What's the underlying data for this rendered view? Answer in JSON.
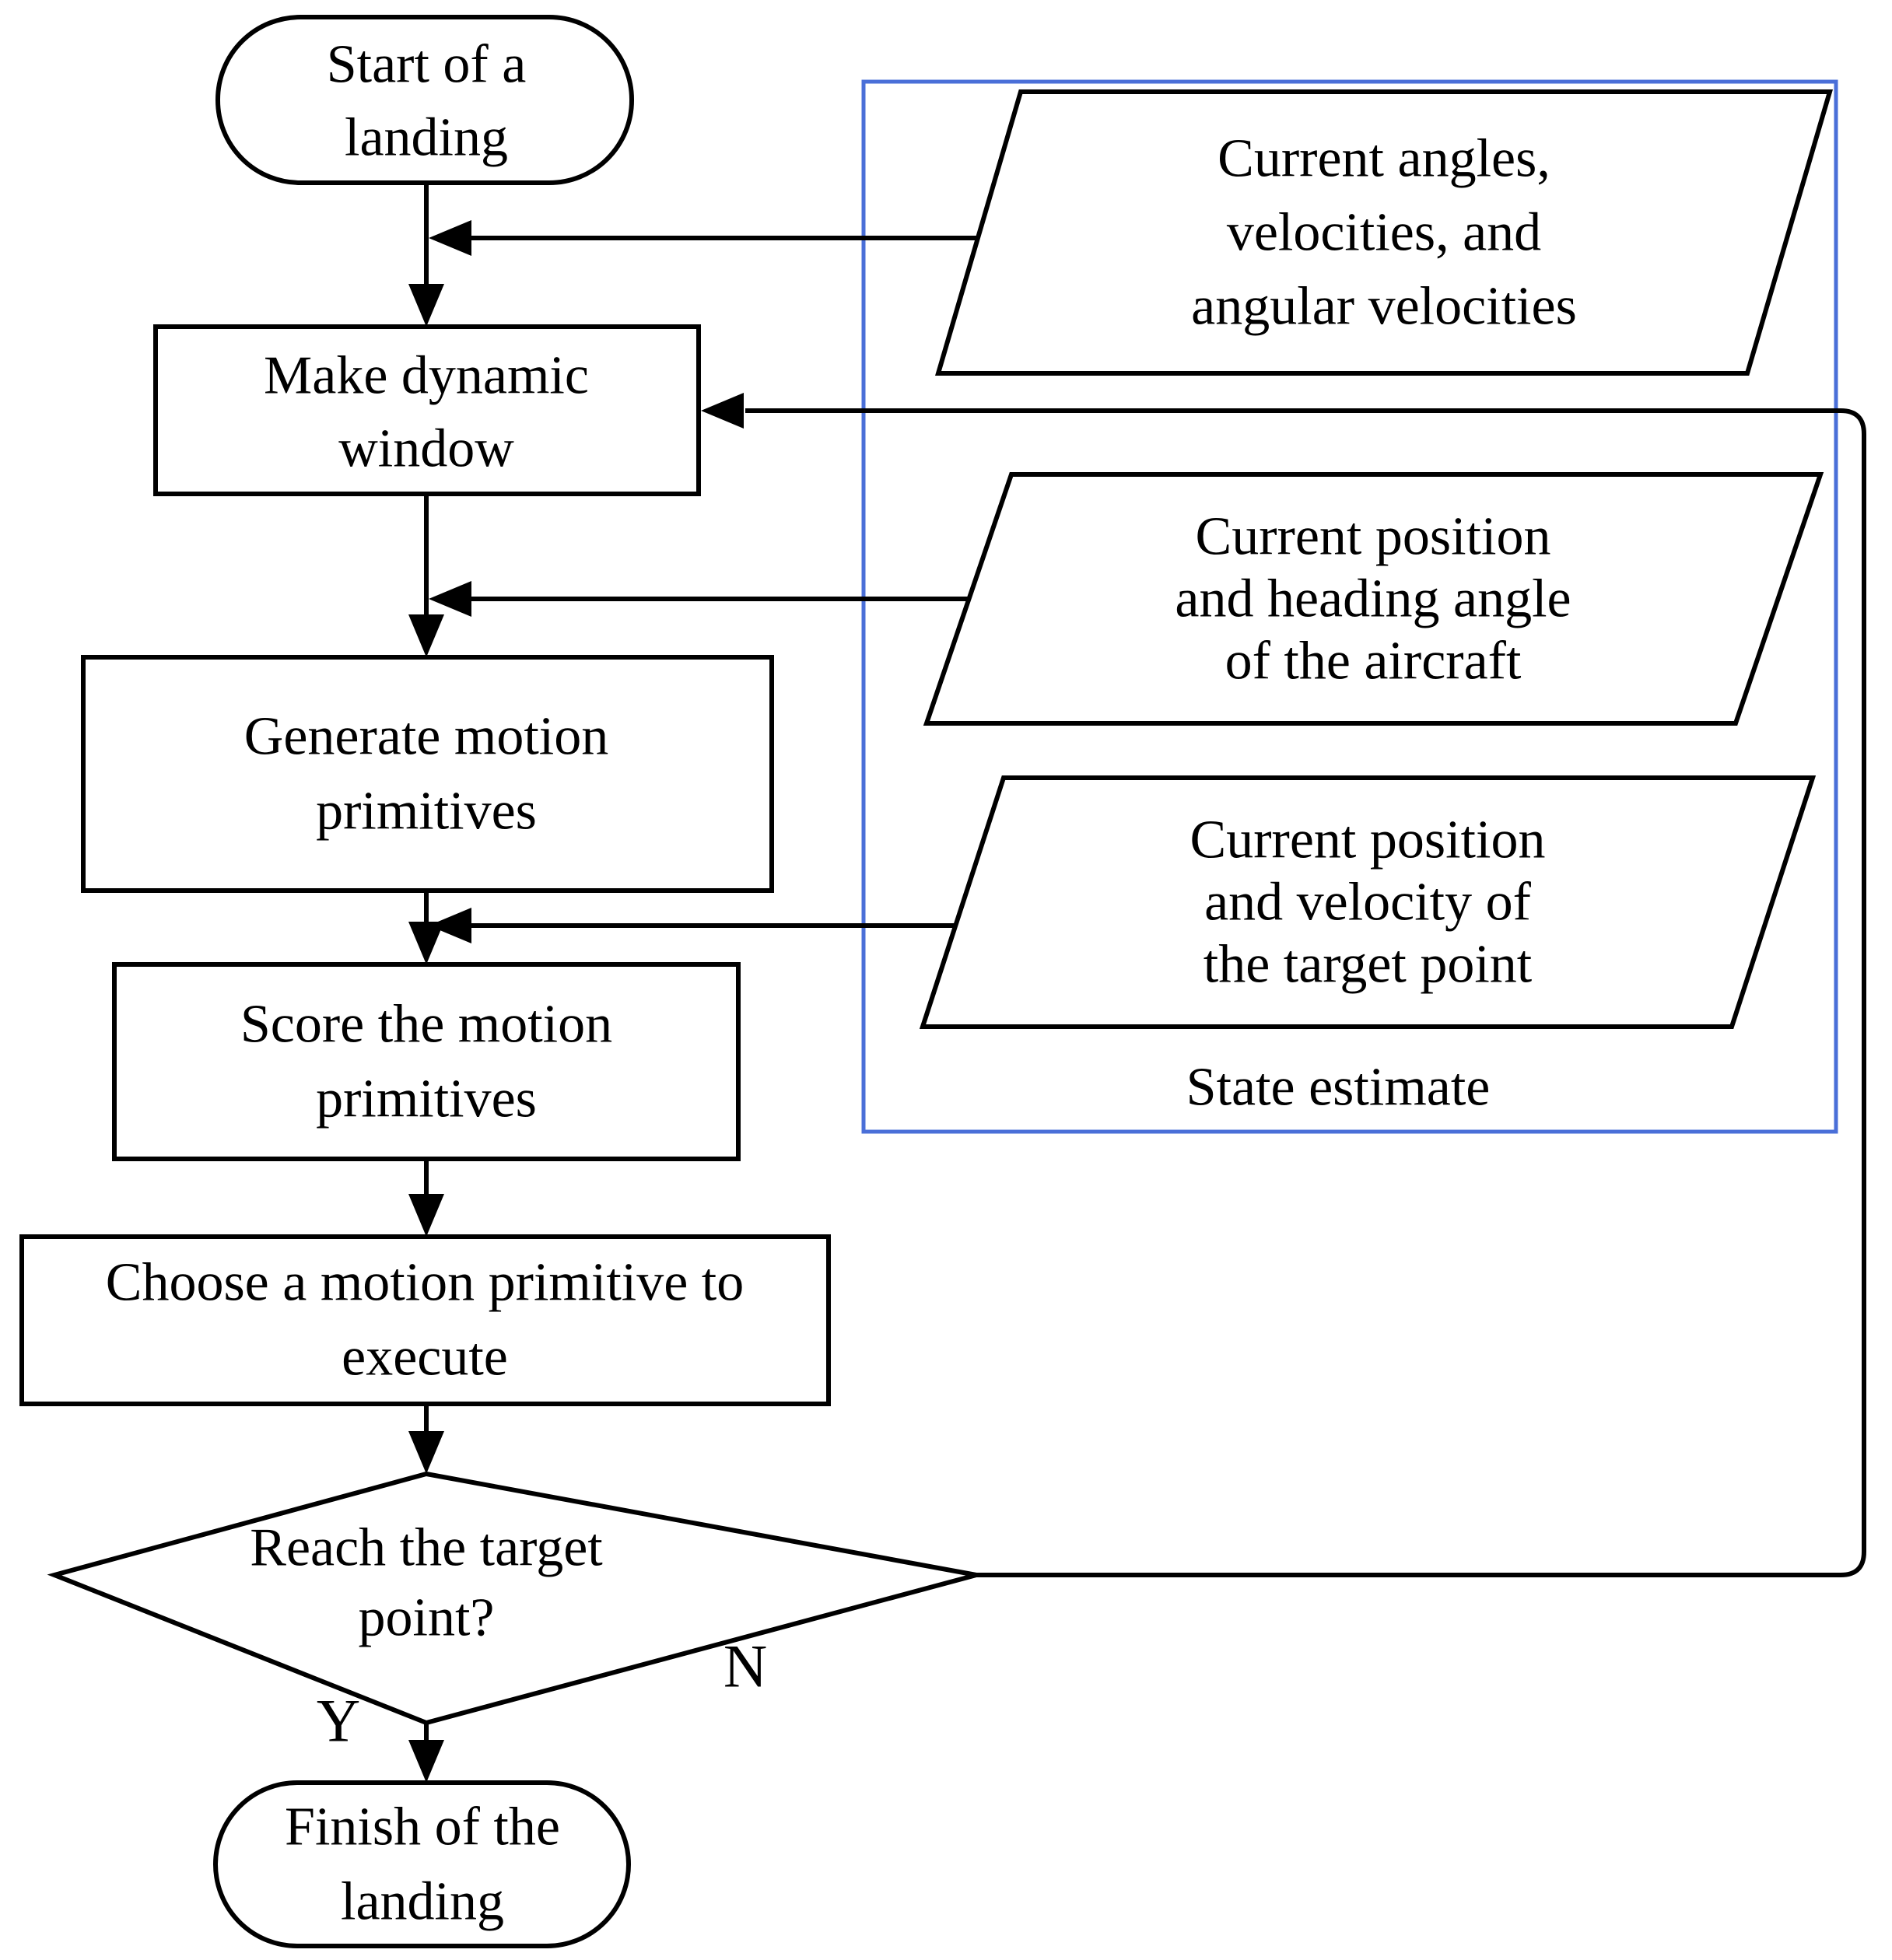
{
  "diagram": {
    "nodes": {
      "start": {
        "shape": "terminator",
        "lines": [
          "Start of a",
          "landing"
        ]
      },
      "make_dynamic_window": {
        "shape": "process",
        "lines": [
          "Make dynamic",
          "window"
        ]
      },
      "generate_motion_primitives": {
        "shape": "process",
        "lines": [
          "Generate motion",
          "primitives"
        ]
      },
      "score_motion_primitives": {
        "shape": "process",
        "lines": [
          "Score the motion",
          "primitives"
        ]
      },
      "choose_motion_primitive": {
        "shape": "process",
        "lines": [
          "Choose a motion primitive to",
          "execute"
        ]
      },
      "reach_target_decision": {
        "shape": "decision",
        "lines": [
          "Reach the target",
          "point?"
        ]
      },
      "finish": {
        "shape": "terminator",
        "lines": [
          "Finish of the",
          "landing"
        ]
      }
    },
    "data_inputs": {
      "angles_velocities": {
        "shape": "parallelogram",
        "lines": [
          "Current angles,",
          "velocities, and",
          "angular velocities"
        ]
      },
      "position_heading": {
        "shape": "parallelogram",
        "lines": [
          "Current position",
          "and heading angle",
          "of the aircraft"
        ]
      },
      "target_position_velocity": {
        "shape": "parallelogram",
        "lines": [
          "Current position",
          "and velocity of",
          "the target point"
        ]
      }
    },
    "group": {
      "label": "State estimate",
      "border_color": "#4a6fd8"
    },
    "branches": {
      "yes_label": "Y",
      "no_label": "N"
    },
    "colors": {
      "line": "#000000",
      "background": "#ffffff",
      "group_border": "#4a6fd8"
    }
  }
}
